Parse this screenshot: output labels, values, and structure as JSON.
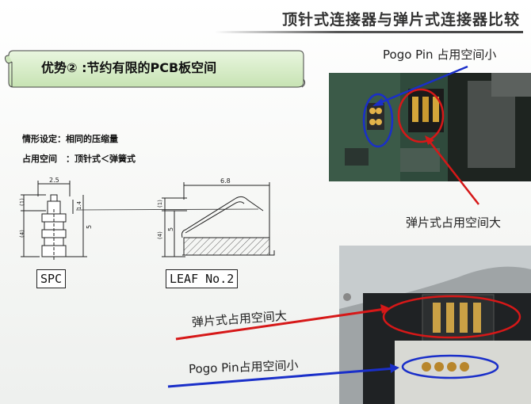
{
  "header": {
    "title": "顶针式连接器与弹片式连接器比较"
  },
  "banner": {
    "text": "优势② :节约有限的PCB板空间"
  },
  "settings": {
    "line1": "情形设定：相同的压缩量",
    "line2": "占用空间　：顶针式＜弹簧式"
  },
  "drawing_spc": {
    "label": "SPC",
    "dim_width": "2.5",
    "dim_1": "(1)",
    "dim_14": "1.4",
    "dim_4": "(4)",
    "dim_5": "5"
  },
  "drawing_leaf": {
    "label": "LEAF No.2",
    "dim_width": "6.8",
    "dim_1": "(1)",
    "dim_4": "(4)",
    "dim_5": "5"
  },
  "annotations": {
    "pogo_top": "Pogo Pin 占用空间小",
    "leaf_top": "弹片式占用空间大",
    "leaf_bottom": "弹片式占用空间大",
    "pogo_bottom": "Pogo Pin占用空间小"
  },
  "colors": {
    "red_mark": "#d61818",
    "blue_mark": "#1a2fc9",
    "banner_fill": "#d7eec9"
  }
}
